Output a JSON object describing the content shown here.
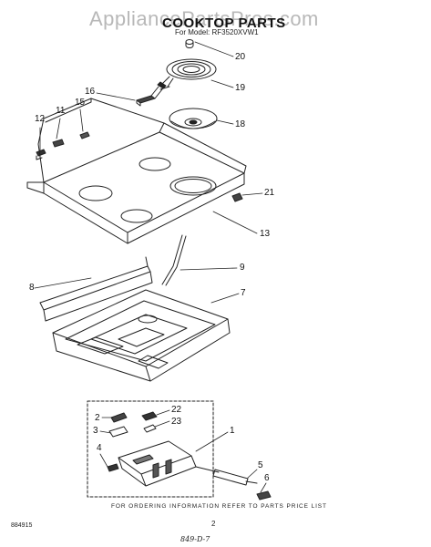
{
  "watermark": "AppliancePartsPros.com",
  "header": {
    "title": "COOKTOP PARTS",
    "model": "For Model: RF3520XVW1"
  },
  "callouts": [
    "20",
    "19",
    "18",
    "16",
    "15",
    "12",
    "11",
    "21",
    "13",
    "9",
    "8",
    "7",
    "22",
    "23",
    "2",
    "3",
    "4",
    "1",
    "5",
    "6"
  ],
  "footer": {
    "ordering_info": "FOR ORDERING INFORMATION REFER TO PARTS PRICE LIST",
    "doc_number": "884915",
    "page_number": "2",
    "handwritten": "849-D-7"
  }
}
